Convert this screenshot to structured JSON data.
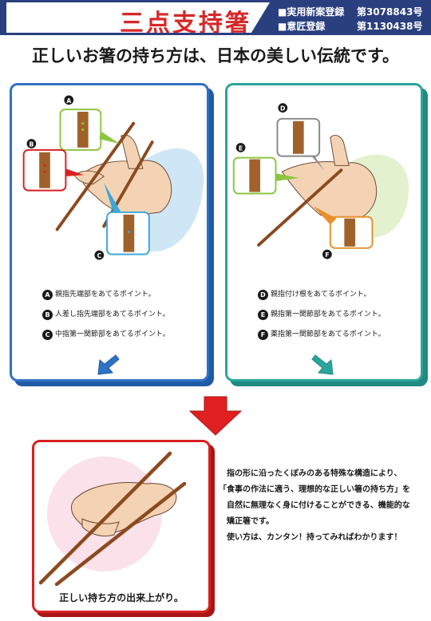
{
  "header": {
    "title": "三点支持箸",
    "reg1_label": "■実用新案登録",
    "reg1_number": "第3078843号",
    "reg2_label": "■意匠登録",
    "reg2_number": "第1130438号",
    "colors": {
      "bar": "#2a3f7e",
      "title": "#d62828"
    }
  },
  "subtitle": "正しいお箸の持ち方は、日本の美しい伝統です。",
  "left_panel": {
    "markers": [
      "A",
      "B",
      "C"
    ],
    "points": [
      {
        "badge": "A",
        "text": "親指先端部をあてるポイント。"
      },
      {
        "badge": "B",
        "text": "人差し指先端部をあてるポイント。"
      },
      {
        "badge": "C",
        "text": "中指第一関節部をあてるポイント。"
      }
    ],
    "colors": {
      "border": "#2f72c4"
    }
  },
  "right_panel": {
    "markers": [
      "D",
      "E",
      "F"
    ],
    "points": [
      {
        "badge": "D",
        "text": "親指付け根をあてるポイント。"
      },
      {
        "badge": "E",
        "text": "親指第一関節部をあてるポイント。"
      },
      {
        "badge": "F",
        "text": "薬指第一関節部をあてるポイント。"
      }
    ],
    "colors": {
      "border": "#2aa59b"
    }
  },
  "result_panel": {
    "caption": "正しい持ち方の出来上がり。",
    "colors": {
      "border": "#d92121"
    }
  },
  "description": {
    "lines": [
      "指の形に沿ったくぼみのある特殊な構造により、",
      "「食事の作法に適う、理想的な正しい箸の持ち方」を",
      "自然に無理なく身に付けることができる、機能的な",
      "矯正箸です。",
      "使い方は、カンタン！持ってみればわかります！"
    ]
  },
  "icons": [
    "arrow-down-left-icon",
    "arrow-down-right-icon",
    "big-down-arrow-icon"
  ]
}
